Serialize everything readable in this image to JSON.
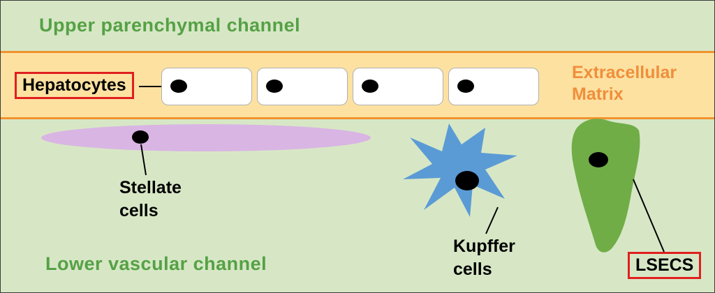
{
  "colors": {
    "background": "#d7e7c6",
    "ecm_band": "#fde1a1",
    "ecm_border": "#f0932d",
    "channel_text": "#55a145",
    "ecm_text": "#ef8f3c",
    "highlight_box_border": "#e01f1f",
    "hepatocyte_fill": "#ffffff",
    "stellate_fill": "#d9b5e3",
    "kupffer_fill": "#5b9bd5",
    "lsec_fill": "#70ad47",
    "nucleus_fill": "#000000"
  },
  "labels": {
    "upper_channel": "Upper parenchymal channel",
    "lower_channel": "Lower vascular channel",
    "hepatocytes": "Hepatocytes",
    "extracellular_matrix": "Extracellular\nMatrix",
    "stellate_cells": "Stellate\ncells",
    "kupffer_cells": "Kupffer\ncells",
    "lsecs": "LSECS"
  },
  "hepatocytes": {
    "count": 4
  }
}
